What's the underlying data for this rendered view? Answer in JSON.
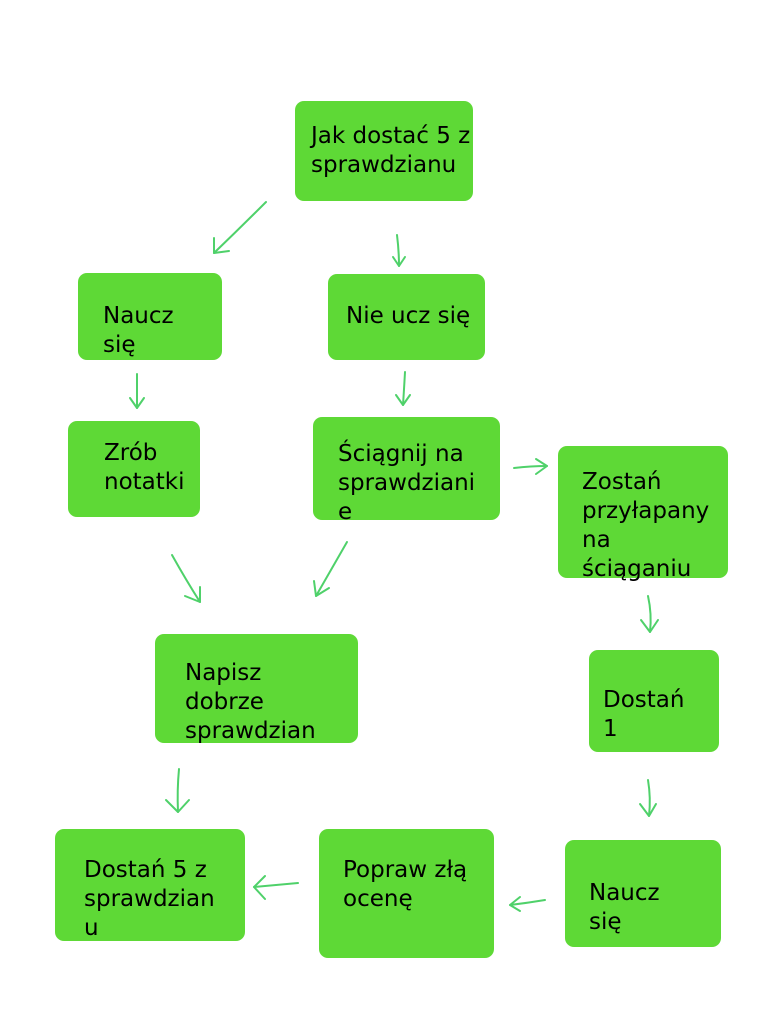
{
  "diagram": {
    "box_color": "#5ed936",
    "arrow_color": "#4fd16a",
    "text_color": "#000000",
    "nodes": {
      "start": {
        "label": "Jak dostać 5 z\nsprawdzianu"
      },
      "learn": {
        "label": "Naucz\nsię"
      },
      "dont_learn": {
        "label": "Nie ucz się"
      },
      "notes": {
        "label": "Zrób\nnotatki"
      },
      "cheat": {
        "label": "Ściągnij na\nsprawdziani\ne"
      },
      "caught": {
        "label": "Zostań\nprzyłapany\nna\nściąganiu"
      },
      "write_well": {
        "label": "Napisz\ndobrze\nsprawdzian"
      },
      "get_one": {
        "label": "Dostań\n1"
      },
      "get_five": {
        "label": "Dostań 5 z\nsprawdzian\nu"
      },
      "fix_grade": {
        "label": "Popraw złą\nocenę"
      },
      "learn_again": {
        "label": "Naucz\nsię"
      }
    },
    "edges": [
      {
        "from": "start",
        "to": "learn"
      },
      {
        "from": "start",
        "to": "dont_learn"
      },
      {
        "from": "learn",
        "to": "notes"
      },
      {
        "from": "dont_learn",
        "to": "cheat"
      },
      {
        "from": "cheat",
        "to": "caught"
      },
      {
        "from": "notes",
        "to": "write_well"
      },
      {
        "from": "cheat",
        "to": "write_well"
      },
      {
        "from": "caught",
        "to": "get_one"
      },
      {
        "from": "write_well",
        "to": "get_five"
      },
      {
        "from": "get_one",
        "to": "learn_again"
      },
      {
        "from": "learn_again",
        "to": "fix_grade"
      },
      {
        "from": "fix_grade",
        "to": "get_five"
      }
    ]
  }
}
